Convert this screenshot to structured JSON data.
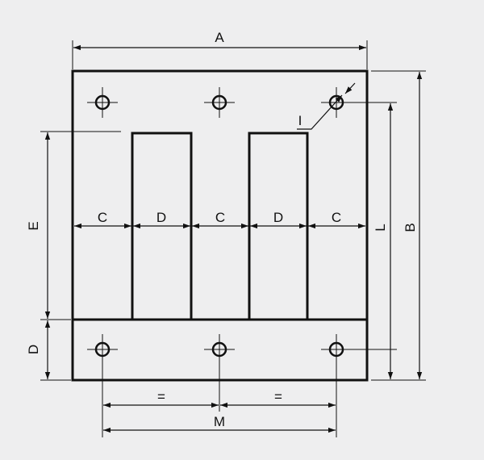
{
  "diagram": {
    "labels": {
      "a": "A",
      "b": "B",
      "c": "C",
      "d": "D",
      "e": "E",
      "i": "I",
      "l": "L",
      "m": "M",
      "equal": "="
    },
    "colors": {
      "background": "#eeeeef",
      "ink": "#111111"
    }
  }
}
